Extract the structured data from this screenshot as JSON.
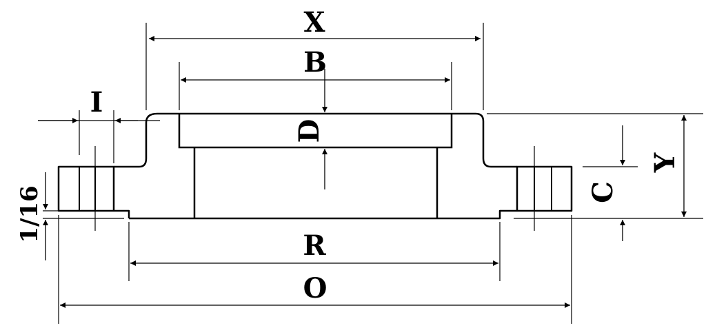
{
  "diagram": {
    "labels": {
      "x": "X",
      "b": "B",
      "i": "I",
      "d": "D",
      "y": "Y",
      "c": "C",
      "r": "R",
      "o": "O",
      "raised_face": "1/16"
    }
  }
}
